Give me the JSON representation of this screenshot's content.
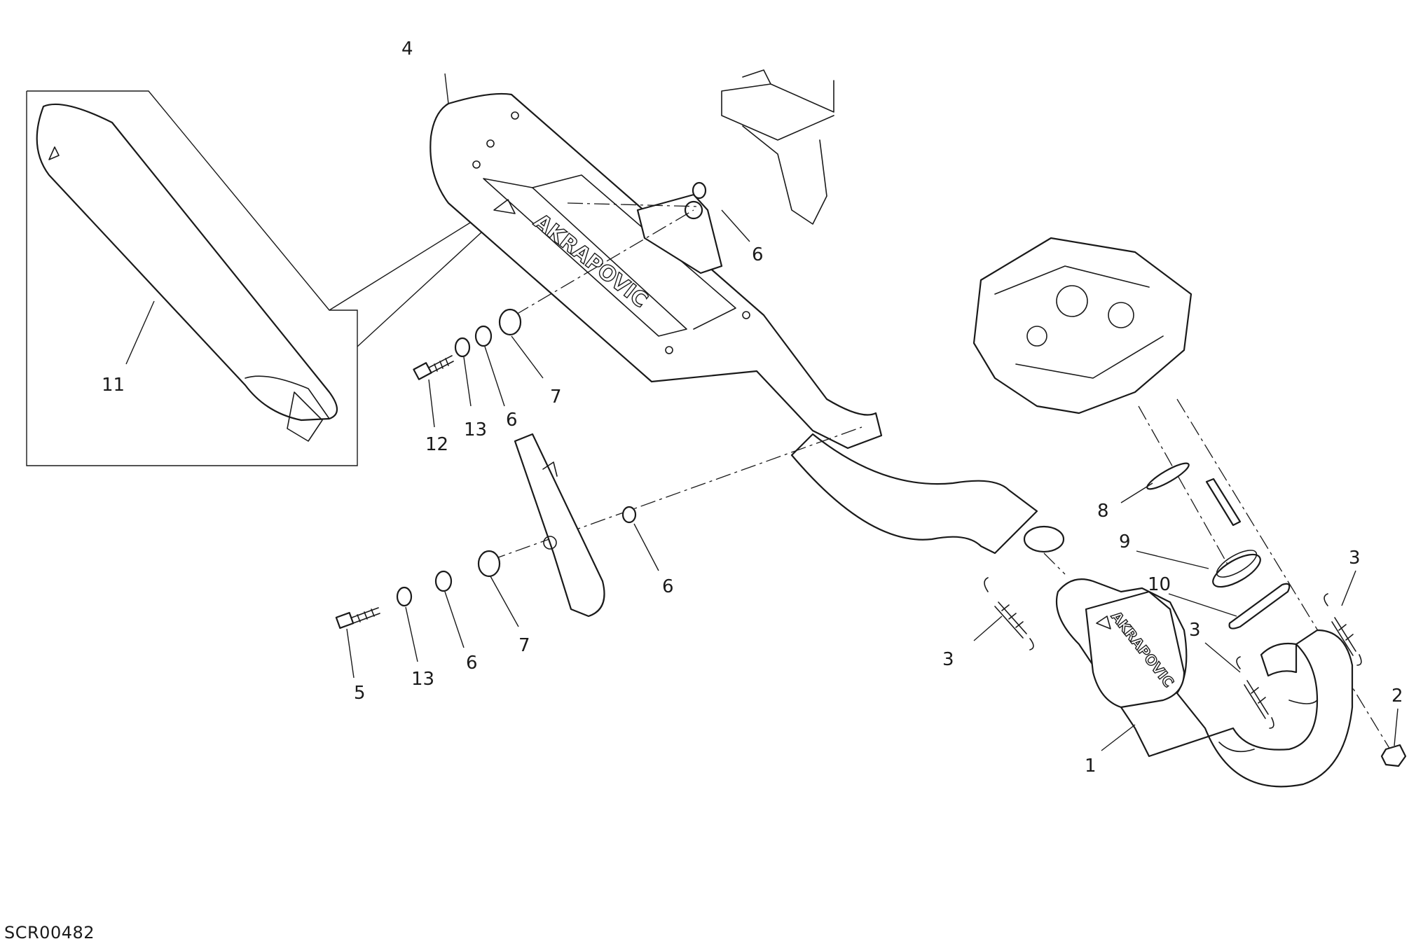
{
  "diagram": {
    "code": "SCR00482",
    "brand_mark": "AKRAPOVIC",
    "callouts": {
      "muffler": "4",
      "muffler_tip_inset": "11",
      "washer_upper": "6",
      "washer_mid_a": "6",
      "washer_mid_b": "6",
      "washer_lower": "6",
      "spacer_upper": "7",
      "spacer_lower": "7",
      "washer_13_upper": "13",
      "washer_13_lower": "13",
      "screw_12": "12",
      "screw_5": "5",
      "gasket_8": "8",
      "sleeve_9": "9",
      "flange_10": "10",
      "spring_left": "3",
      "spring_center": "3",
      "spring_right": "3",
      "nut_2": "2",
      "header_pipe_1": "1"
    }
  }
}
